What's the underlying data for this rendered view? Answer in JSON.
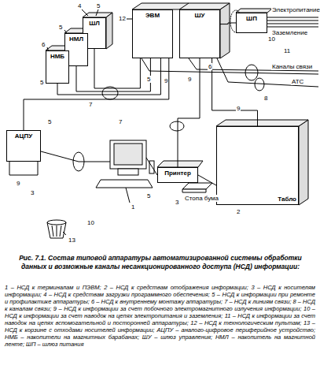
{
  "diagram": {
    "caption": "Рис. 7.1. Состав типовой аппаратуры автоматизированной системы обработки данных и возможные каналы несанкционированного доступа (НСД) информации:",
    "nodes": [
      {
        "text": [
          "ЭВМ"
        ]
      },
      {
        "text": [
          "ШУ"
        ]
      },
      {
        "text": [
          "ШП"
        ]
      },
      {
        "text": [
          "ШЛ"
        ]
      },
      {
        "text": [
          "НМЛ"
        ]
      },
      {
        "text": [
          "НМБ"
        ]
      },
      {
        "text": [
          "АЦПУ"
        ]
      },
      {
        "text": [
          "Принтер"
        ]
      },
      {
        "text": [
          "Табло"
        ]
      }
    ],
    "edges": [
      {
        "from": 3,
        "to": 0,
        "arrow": "none"
      },
      {
        "from": 4,
        "to": 0,
        "arrow": "none"
      },
      {
        "from": 5,
        "to": 0,
        "arrow": "none"
      },
      {
        "from": 6,
        "to": 0,
        "arrow": "none"
      },
      {
        "from": 1,
        "to": 2,
        "arrow": "none"
      },
      {
        "from": 1,
        "to": 7,
        "arrow": "none"
      },
      {
        "from": 1,
        "to": 8,
        "arrow": "none"
      }
    ],
    "labels": [
      "Электропитание",
      "Заземление",
      "Каналы связи",
      "АТС",
      "Стопа бума",
      "1 – НСД к терминалам и ПЭВМ; 2 – НСД к средствам отображения информации; 3 – НСД к носителям информации; 4 – НСД к средствам загрузки программного обеспечения; 5 – НСД к информации при ремонте и профилактике аппаратуры; 6 – НСД к внутреннему монтажу аппаратуры; 7 – НСД к линиям связи; 8 – НСД к каналам связи; 9 – НСД к информации за счет побочного электромагнитного излучения информации; 10 – НСД к информации за счет наводок на цепях электропитания и заземления; 11 – НСД к информации за счет наводок на цепях вспомогательной и посторонней аппаратуры; 12 – НСД к технологическим пультам; 13 – НСД к корзине с отходами носителей информации; АЦПУ – аналого-цифровое периферийное устройство; НМБ – накопители на магнитных барабанах; ШУ – шлюз управления; НМЛ – накопитель на магнитной ленте; ШП – шлюз питания",
      "4",
      "5",
      "5",
      "6",
      "5",
      "12",
      "5",
      "9",
      "9",
      "6",
      "7",
      "8",
      "9",
      "10",
      "11",
      "2",
      "1",
      "5",
      "3",
      "13",
      "9",
      "3",
      "10",
      "7",
      "5"
    ]
  }
}
